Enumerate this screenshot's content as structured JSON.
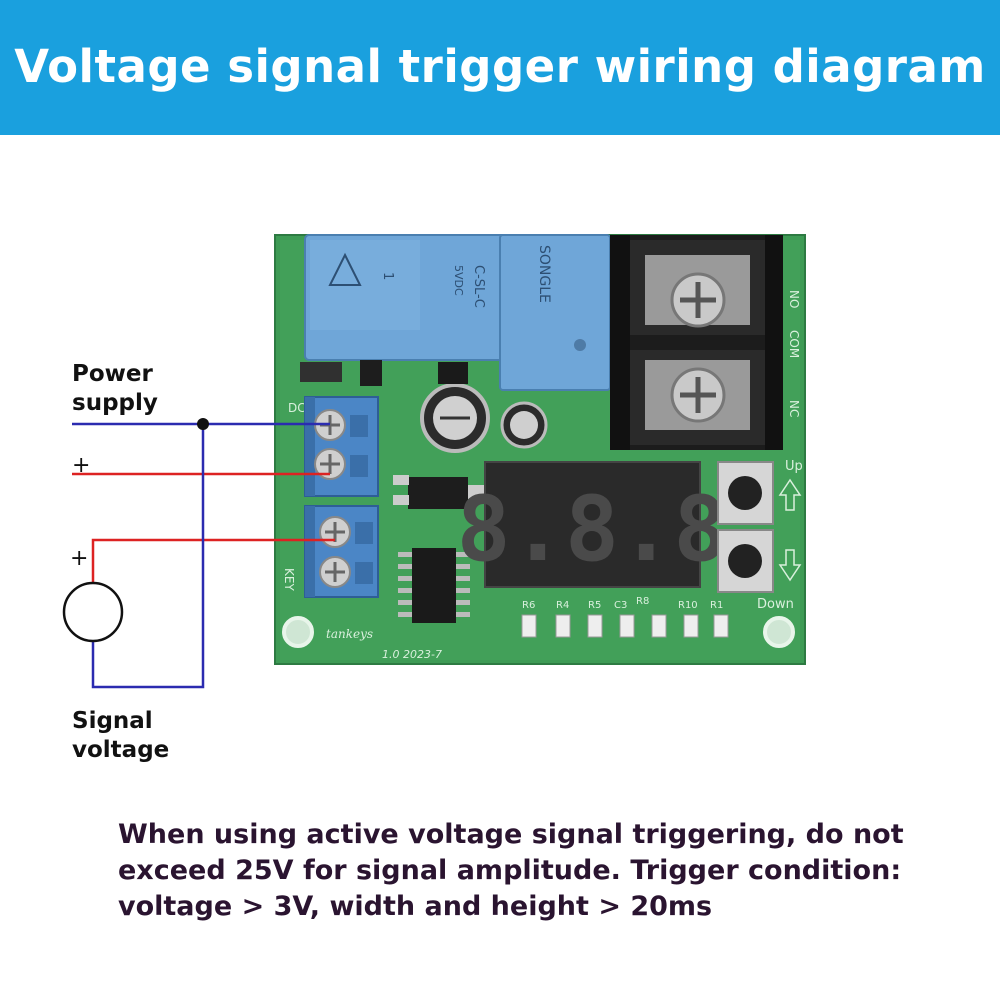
{
  "banner": {
    "title": "Voltage signal trigger wiring diagram",
    "color": "#1aa0de"
  },
  "labels": {
    "power_supply": "Power\nsupply",
    "plus_power": "+",
    "plus_signal": "+",
    "signal_voltage": "Signal\nvoltage"
  },
  "board": {
    "relay_text": [
      "C-SL-C",
      "5VDC",
      "SONGLE",
      "1"
    ],
    "silkscreen": {
      "dc": "DC",
      "key": "KEY",
      "up": "Up",
      "down": "Down",
      "brand": "tankeys",
      "version": "1.0 2023-7",
      "resistors": [
        "R6",
        "R4",
        "R5",
        "C3",
        "R8",
        "R10",
        "R1"
      ],
      "terminal_right": [
        "NO",
        "COM",
        "NC"
      ]
    },
    "display_digits": "8.8.8"
  },
  "wire_colors": {
    "negative": "#2b2bb0",
    "positive": "#dd2222"
  },
  "note": "When using active voltage signal triggering, do not exceed 25V for signal amplitude. Trigger condition: voltage > 3V, width and height > 20ms"
}
